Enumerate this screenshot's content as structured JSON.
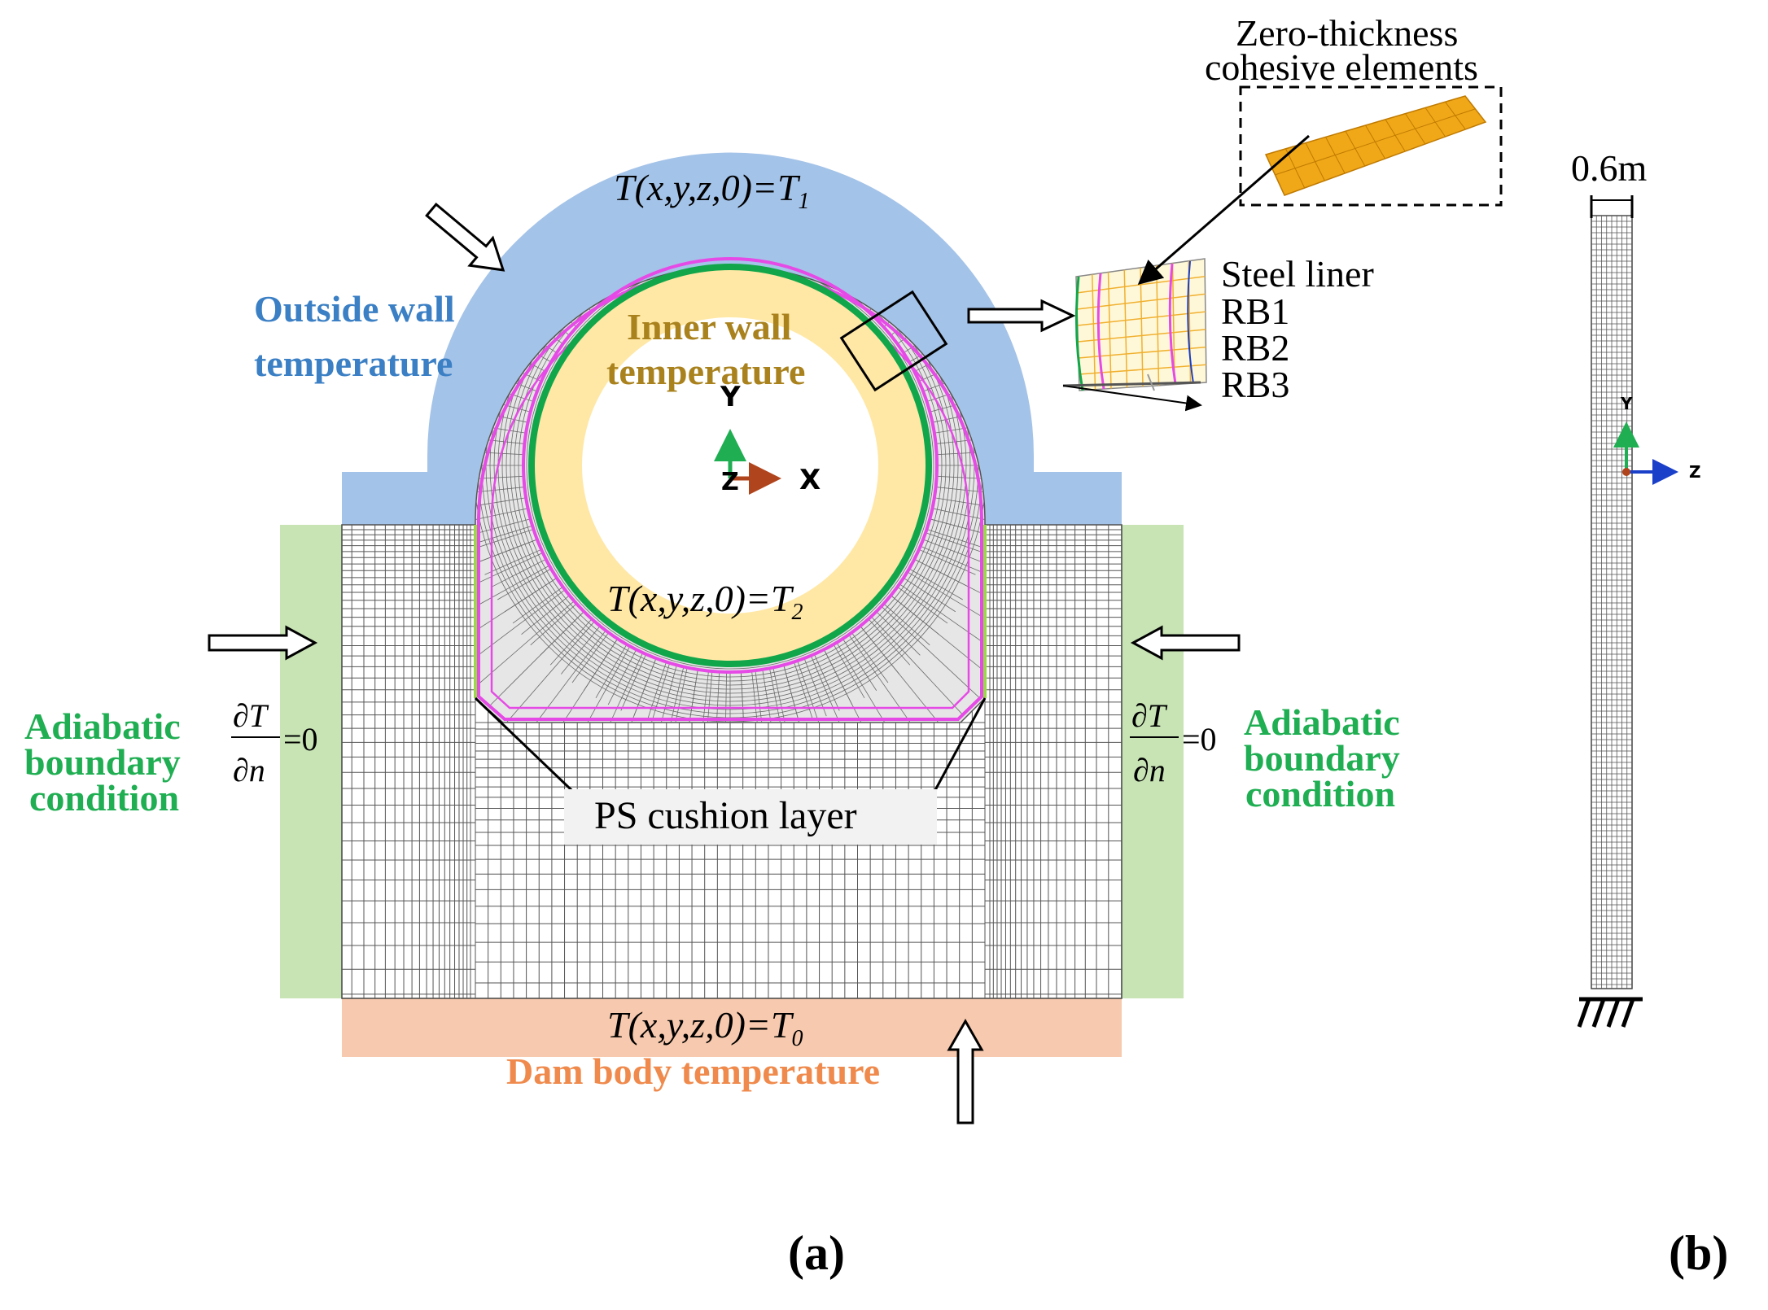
{
  "colors": {
    "outside": "#a4c3e8",
    "inner": "#ffe8a6",
    "adiabatic": "#c8e4b5",
    "dam": "#f7c9ae",
    "mesh": "#4a4a4a",
    "magenta": "#e64ae6",
    "green_ring": "#12a64a",
    "blue_text": "#3b7fc4",
    "gold_text": "#a9821e",
    "green_text": "#1fae52",
    "orange_text": "#ef8a4c",
    "cohesive": "#f0a818"
  },
  "labels": {
    "outside_wall_line1": "Outside wall",
    "outside_wall_line2": "temperature",
    "inner_wall_line1": "Inner wall",
    "inner_wall_line2": "temperature",
    "adiabatic_line1": "Adiabatic",
    "adiabatic_line2": "boundary",
    "adiabatic_line3": "condition",
    "dam_body": "Dam body temperature",
    "ps_cushion": "PS cushion  layer",
    "zero_thickness_line1": "Zero-thickness",
    "zero_thickness_line2": "cohesive elements",
    "steel_liner": "Steel liner",
    "rb1": "RB1",
    "rb2": "RB2",
    "rb3": "RB3",
    "dimension": "0.6m",
    "panel_a": "(a)",
    "panel_b": "(b)"
  },
  "formulas": {
    "t1_main": "T(x,y,z,0)=T",
    "t1_sub": "1",
    "t2_main": "T(x,y,z,0)=T",
    "t2_sub": "2",
    "t0_main": "T(x,y,z,0)=T",
    "t0_sub": "0",
    "partial_num": "∂T",
    "partial_den": "∂n",
    "partial_eq": "=0"
  },
  "axes": {
    "a_y": "Y",
    "a_x": "X",
    "a_z": "Z",
    "b_y": "Y",
    "b_z": "Z"
  }
}
